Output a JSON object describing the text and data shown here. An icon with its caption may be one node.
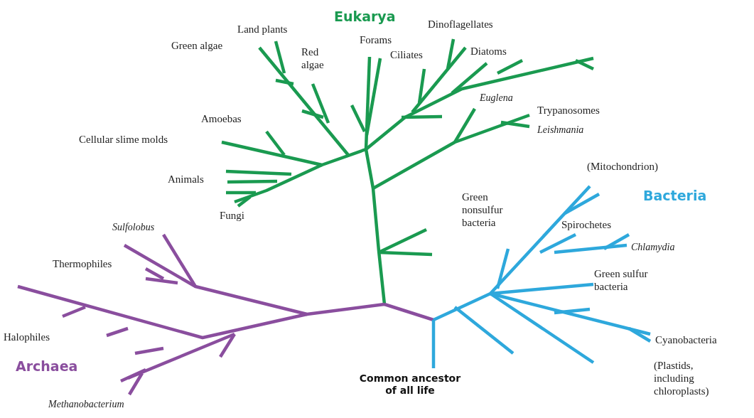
{
  "diagram": {
    "labels": [
      "Eukarya",
      "Dinoflagellates",
      "Land plants",
      "Forams",
      "Green algae",
      "Red algae",
      "Ciliates",
      "Diatoms",
      "Euglena",
      "Amoebas",
      "Trypanosomes",
      "Cellular slime molds",
      "Leishmania",
      "Animals",
      "(Mitochondrion)",
      "Green nonsulfur bacteria",
      "Bacteria",
      "Fungi",
      "Spirochetes",
      "Sulfolobus",
      "Chlamydia",
      "Thermophiles",
      "Green sulfur bacteria",
      "Halophiles",
      "Cyanobacteria",
      "Archaea",
      "(Plastids, including chloroplasts)",
      "Common ancestor of all life",
      "Methanobacterium"
    ]
  }
}
